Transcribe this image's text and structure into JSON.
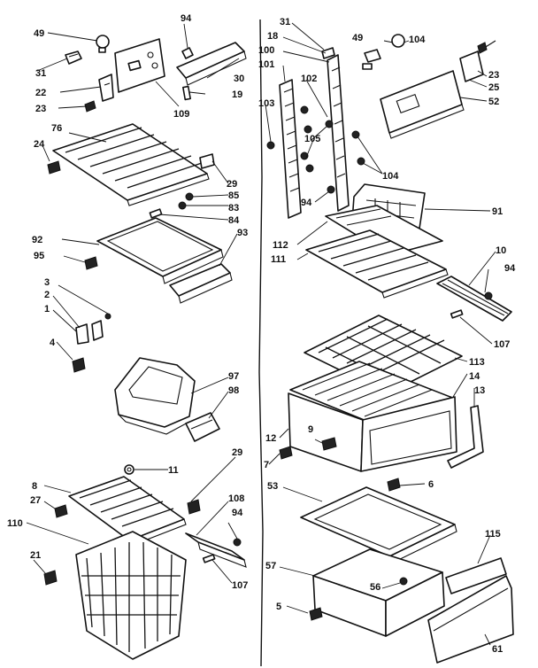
{
  "labels": {
    "c49": "49",
    "c94": "94",
    "c31": "31",
    "c30": "30",
    "c22": "22",
    "c19": "19",
    "c23": "23",
    "c109": "109",
    "c76": "76",
    "c24": "24",
    "c29": "29",
    "c85": "85",
    "c83": "83",
    "c84": "84",
    "c92": "92",
    "c93": "93",
    "c95": "95",
    "c3": "3",
    "c2": "2",
    "c1": "1",
    "c4": "4",
    "c97": "97",
    "c98": "98",
    "c11": "11",
    "c8": "8",
    "c27": "27",
    "c29b": "29",
    "c110": "110",
    "c108": "108",
    "c94b": "94",
    "c21": "21",
    "c107b": "107",
    "m31": "31",
    "m18": "18",
    "m100": "100",
    "m101": "101",
    "m102": "102",
    "m103": "103",
    "m105": "105",
    "m104": "104",
    "m94": "94",
    "m112": "112",
    "m111": "111",
    "r49": "49",
    "r104": "104",
    "r23": "23",
    "r25": "25",
    "r52": "52",
    "r91": "91",
    "r10": "10",
    "r94": "94",
    "r107": "107",
    "r113": "113",
    "r14": "14",
    "r13": "13",
    "r12": "12",
    "r9": "9",
    "r7": "7",
    "r6": "6",
    "r53": "53",
    "r115": "115",
    "r57": "57",
    "r56": "56",
    "r5": "5",
    "r61": "61"
  }
}
